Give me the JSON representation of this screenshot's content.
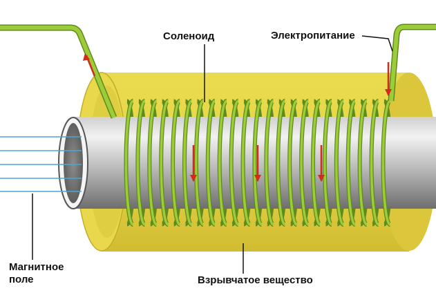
{
  "labels": {
    "solenoid": "Соленоид",
    "power_supply": "Электропитание",
    "explosive": "Взрывчатое вещество",
    "magnetic_field_line1": "Магнитное",
    "magnetic_field_line2": "поле"
  },
  "colors": {
    "explosive": "#e8d84a",
    "explosive_dark": "#c9b52a",
    "wire": "#9ccc3a",
    "wire_dark": "#5f8a1e",
    "tube_light": "#e6e6e6",
    "tube_dark": "#7a7a7a",
    "current_arrow": "#d42a1a",
    "field_lines": "#4aa6d8",
    "leader_lines": "#111111"
  },
  "icons": {
    "current": "down-arrow",
    "field": "horizontal-lines"
  }
}
